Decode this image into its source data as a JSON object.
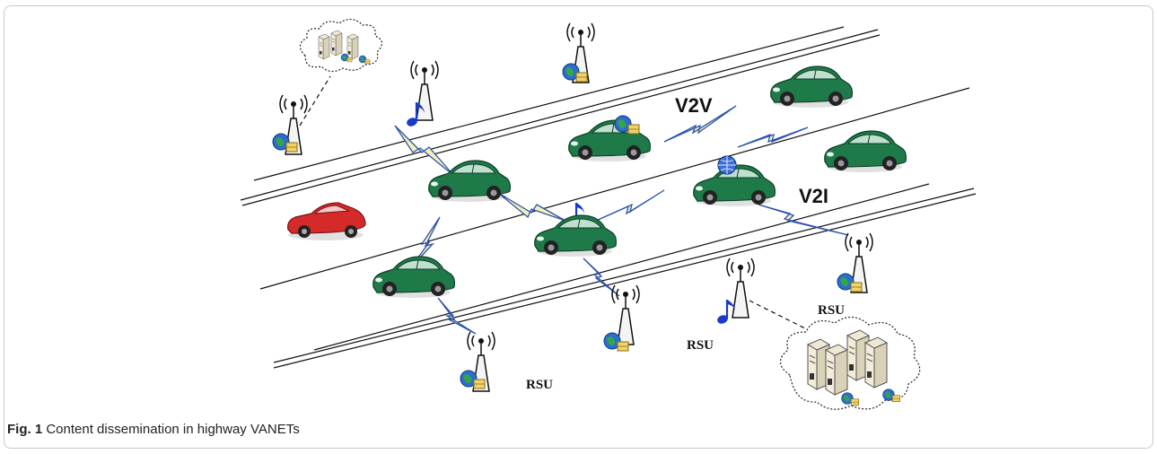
{
  "labels": {
    "v2v": "V2V",
    "v2i": "V2I",
    "rsu": [
      "RSU",
      "RSU",
      "RSU"
    ]
  },
  "caption": {
    "fig": "Fig. 1",
    "text": "Content dissemination in highway VANETs"
  },
  "colors": {
    "car_green": "#1f7a4a",
    "car_red": "#d42a2a",
    "link_blue": "#2a52b0",
    "note_blue": "#1a3acc"
  }
}
